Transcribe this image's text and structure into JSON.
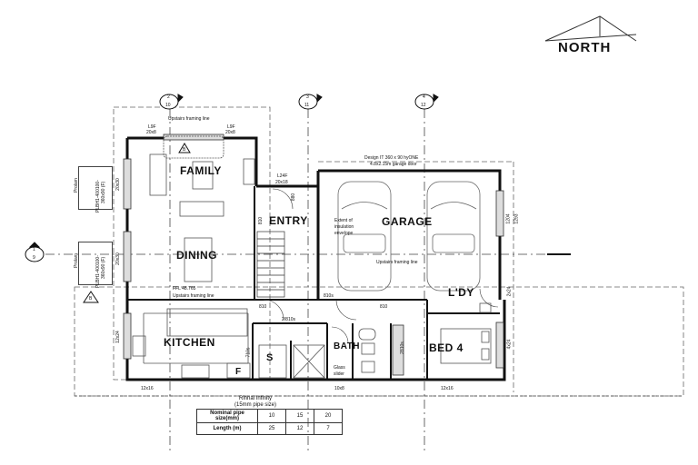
{
  "north_arrow": {
    "label": "NORTH"
  },
  "grid_markers": [
    {
      "id": "marker-2",
      "top": "2",
      "bottom": "10"
    },
    {
      "id": "marker-3",
      "top": "3",
      "bottom": "11"
    },
    {
      "id": "marker-4",
      "top": "4",
      "bottom": "12"
    },
    {
      "id": "marker-1",
      "top": "1",
      "bottom": "9"
    }
  ],
  "rooms": {
    "family": "FAMILY",
    "dining": "DINING",
    "entry": "ENTRY",
    "garage": "GARAGE",
    "laundry": "L'DY",
    "kitchen": "KITCHEN",
    "bath": "BATH",
    "bed4": "BED 4",
    "storage": "S",
    "fridge": "F"
  },
  "annotations": {
    "upstairs_framing_top": "Upstairs framing line",
    "upstairs_framing_kitchen": "Upstairs framing line",
    "upstairs_framing_garage": "Upstairs framing line",
    "lintel_left": "L9F",
    "lintel_left_size": "20x8",
    "lintel_right": "L9F",
    "lintel_right_size": "20x8",
    "lintel_entry": "L24F",
    "lintel_entry_size": "20x18",
    "garage_beam": "Design IT 360 x 90 hyONE",
    "garage_door": "4.8x2.15m garage door",
    "insulation_1": "Extent of",
    "insulation_2": "insulation",
    "insulation_3": "envelope",
    "ffl": "FFL 48.765",
    "door_2810": "2/810s",
    "door_810_a": "810",
    "door_810_b": "810",
    "door_810_c": "810s",
    "door_810_entry": "810",
    "dim_880": "880",
    "glass_slider_1": "Glass",
    "glass_slider_2": "slider",
    "prolam_1_a": "Prolam",
    "prolam_1_b": "PLBH1-400100-",
    "prolam_1_c": "360x90 (F)",
    "prolam_2_a": "Prolam",
    "prolam_2_b": "PLBH1-400100-",
    "prolam_2_c": "360x90 (F)",
    "win_2030_a": "20x30",
    "win_2030_b": "20x30",
    "win_1224": "12x24",
    "win_710": "710s",
    "win_2810": "2810s",
    "win_424": "4x24",
    "win_1204": "1204",
    "win_1293": "1293",
    "win_2x24": "2x24",
    "bottom_1216_a": "12x16",
    "bottom_10x8": "10x8",
    "bottom_1216_b": "12x16",
    "section_a": "B",
    "section_b": "B"
  },
  "pipe_table": {
    "caption_1": "Rinnai Infinity",
    "caption_2": "(15mm pipe size)",
    "row1_label": "Nominal pipe size(mm)",
    "row1_values": [
      "10",
      "15",
      "20"
    ],
    "row2_label": "Length (m)",
    "row2_values": [
      "25",
      "12",
      "7"
    ]
  }
}
